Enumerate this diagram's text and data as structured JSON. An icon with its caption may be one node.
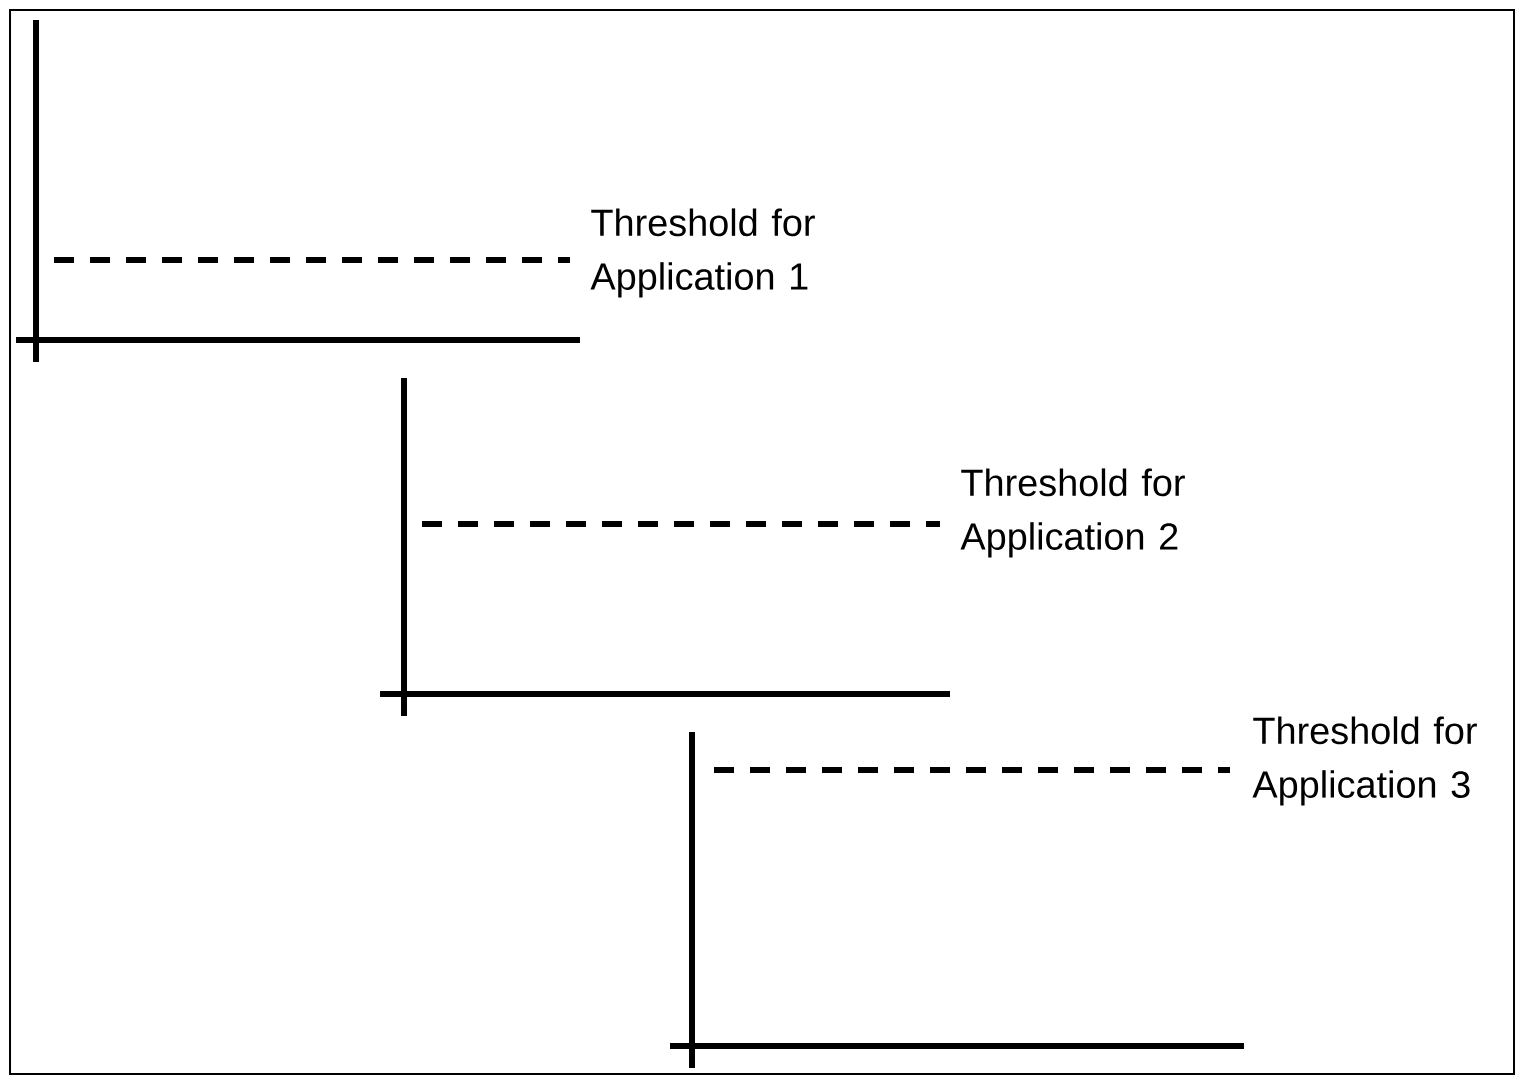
{
  "diagram": {
    "labels": [
      "Threshold for Application 1",
      "Threshold for Application 2",
      "Threshold for Application 3"
    ]
  }
}
